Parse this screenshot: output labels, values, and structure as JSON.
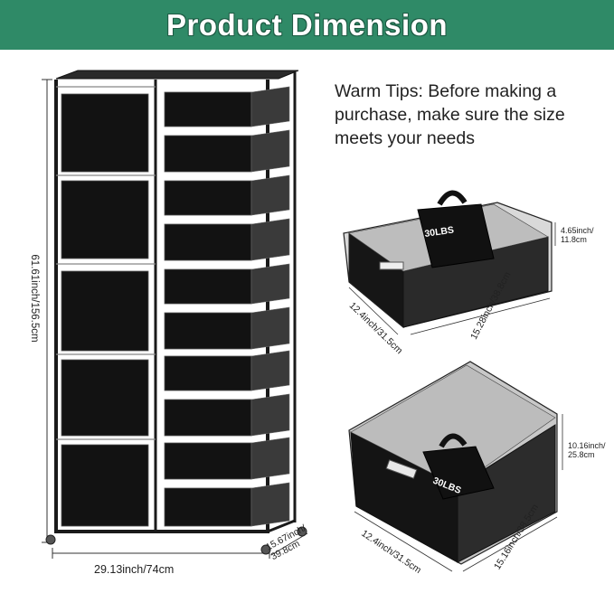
{
  "banner": {
    "title": "Product Dimension",
    "color": "#2f8a67"
  },
  "tips": {
    "text": "Warm Tips: Before making a purchase, make sure the size meets your needs"
  },
  "cabinet": {
    "height": "61.61inch/156.5cm",
    "width": "29.13inch/74cm",
    "depth_line1": "15.67inch/",
    "depth_line2": "39.8cm"
  },
  "small_drawer": {
    "weight": "30LBS",
    "height_line1": "4.65inch/",
    "height_line2": "11.8cm",
    "width": "12.4inch/31.5cm",
    "depth": "15.28inch/38.8cm"
  },
  "large_drawer": {
    "weight": "30LBS",
    "height_line1": "10.16inch/",
    "height_line2": "25.8cm",
    "width": "12.4inch/31.5cm",
    "depth": "15.16inch/38.5cm"
  }
}
